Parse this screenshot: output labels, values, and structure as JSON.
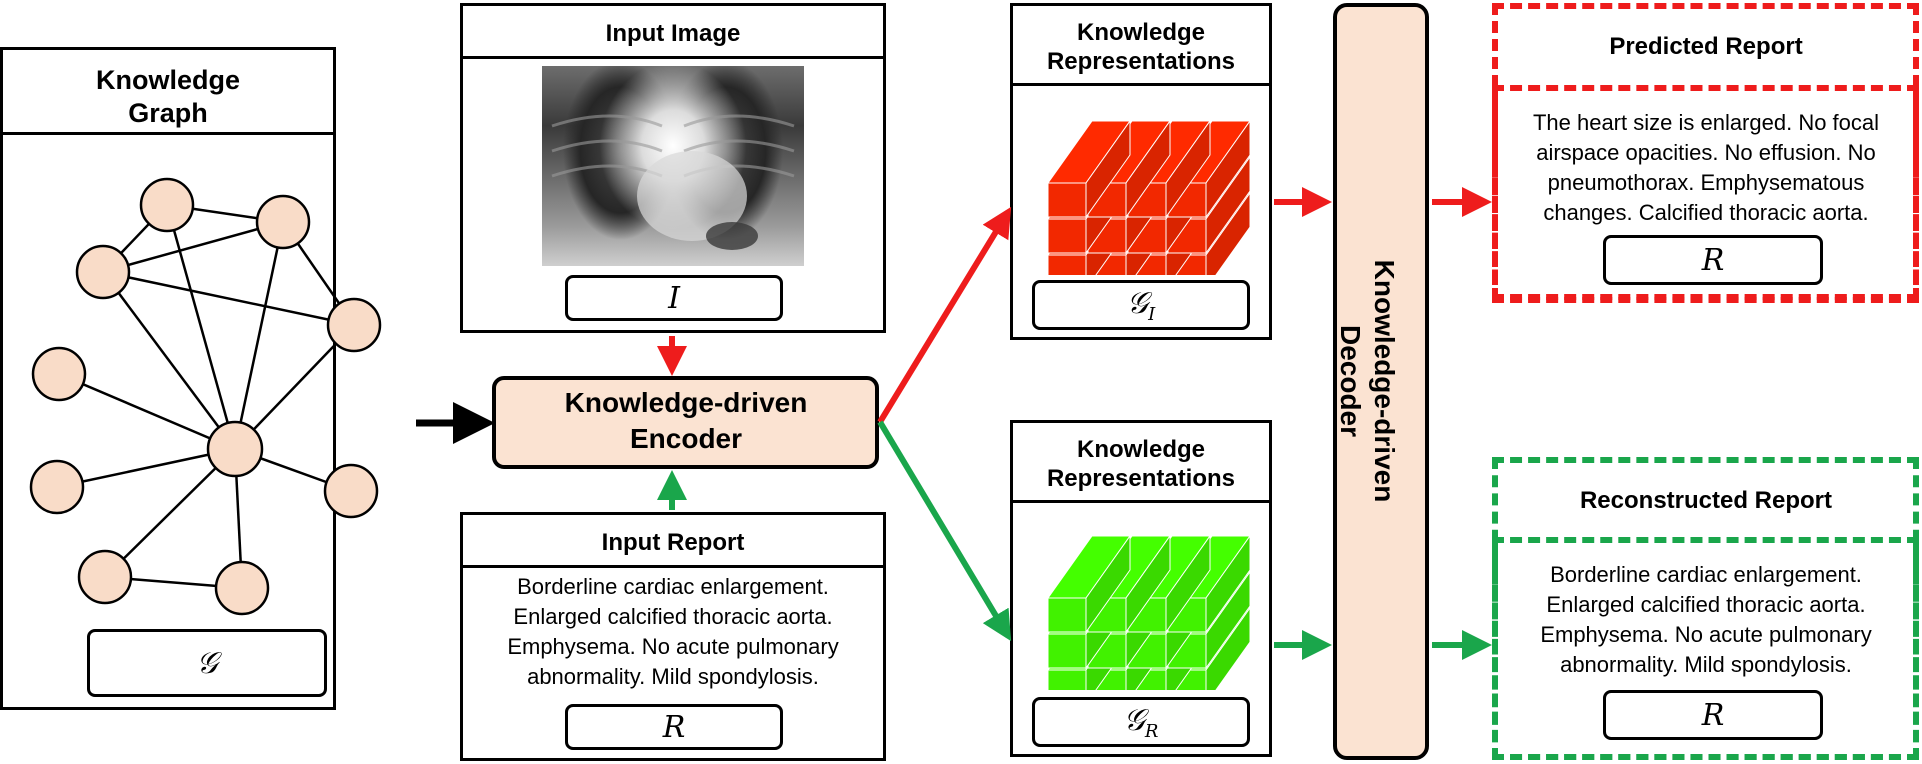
{
  "knowledge_graph": {
    "title": "Knowledge Graph",
    "symbol": "𝒢"
  },
  "input_image": {
    "title": "Input Image",
    "symbol": "I"
  },
  "encoder": {
    "label": "Knowledge-driven Encoder"
  },
  "input_report": {
    "title": "Input Report",
    "lines": [
      "Borderline cardiac enlargement.",
      "Enlarged calcified thoracic aorta.",
      "Emphysema. No acute pulmonary",
      "abnormality. Mild spondylosis."
    ],
    "symbol": "R"
  },
  "knowledge_rep_image": {
    "title": "Knowledge Representations",
    "symbol": "𝒢",
    "subscript": "I",
    "color": "#ff2a00"
  },
  "knowledge_rep_report": {
    "title": "Knowledge Representations",
    "symbol": "𝒢",
    "subscript": "R",
    "color": "#44ff00"
  },
  "decoder": {
    "label": "Knowledge-driven Decoder"
  },
  "predicted_report": {
    "title": "Predicted Report",
    "lines": [
      "The heart size is enlarged. No focal",
      "airspace opacities. No effusion. No",
      "pneumothorax. Emphysematous",
      "changes. Calcified thoracic aorta."
    ],
    "symbol": "R",
    "color": "#ee1c1c"
  },
  "reconstructed_report": {
    "title": "Reconstructed Report",
    "lines": [
      "Borderline cardiac enlargement.",
      "Enlarged calcified thoracic aorta.",
      "Emphysema. No acute pulmonary",
      "abnormality. Mild spondylosis."
    ],
    "symbol": "R",
    "color": "#1aa64b"
  },
  "colors": {
    "node_fill": "#f9dcc8",
    "encoder_fill": "#fbe3d2",
    "decoder_fill": "#fbe3d2",
    "red_arrow": "#ee1c1c",
    "green_arrow": "#1aa64b"
  }
}
